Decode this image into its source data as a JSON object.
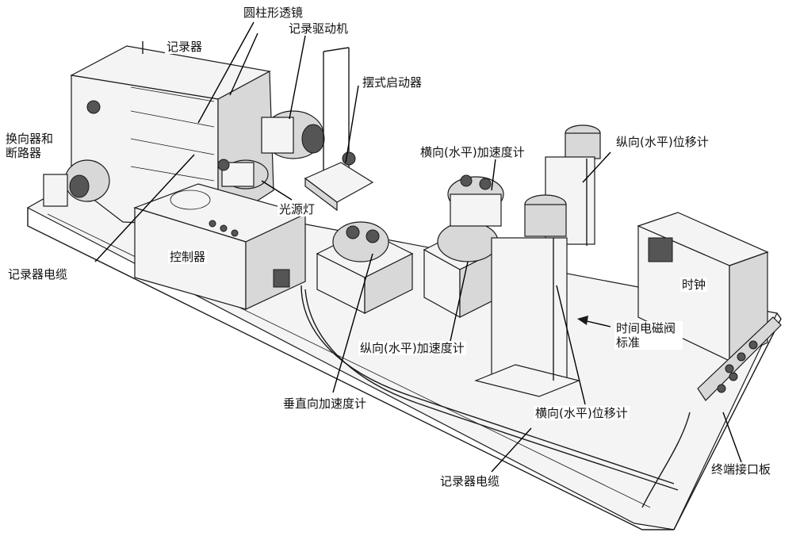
{
  "labels": {
    "cylinder_lens": "圆柱形透镜",
    "recorder": "记录器",
    "recorder_drive": "记录驱动机",
    "pendulum_starter": "摆式启动器",
    "commutator_breaker": "换向器和断路器",
    "transverse_accel": "横向(水平)加速度计",
    "longitudinal_disp": "纵向(水平)位移计",
    "light_source": "光源灯",
    "recorder_cable_left": "记录器电缆",
    "controller": "控制器",
    "clock": "时钟",
    "time_solenoid": "时间电磁阀标准",
    "longitudinal_accel": "纵向(水平)加速度计",
    "vertical_accel": "垂直向加速度计",
    "transverse_disp": "横向(水平)位移计",
    "recorder_cable_bottom": "记录器电缆",
    "terminal_panel": "终端接口板"
  }
}
